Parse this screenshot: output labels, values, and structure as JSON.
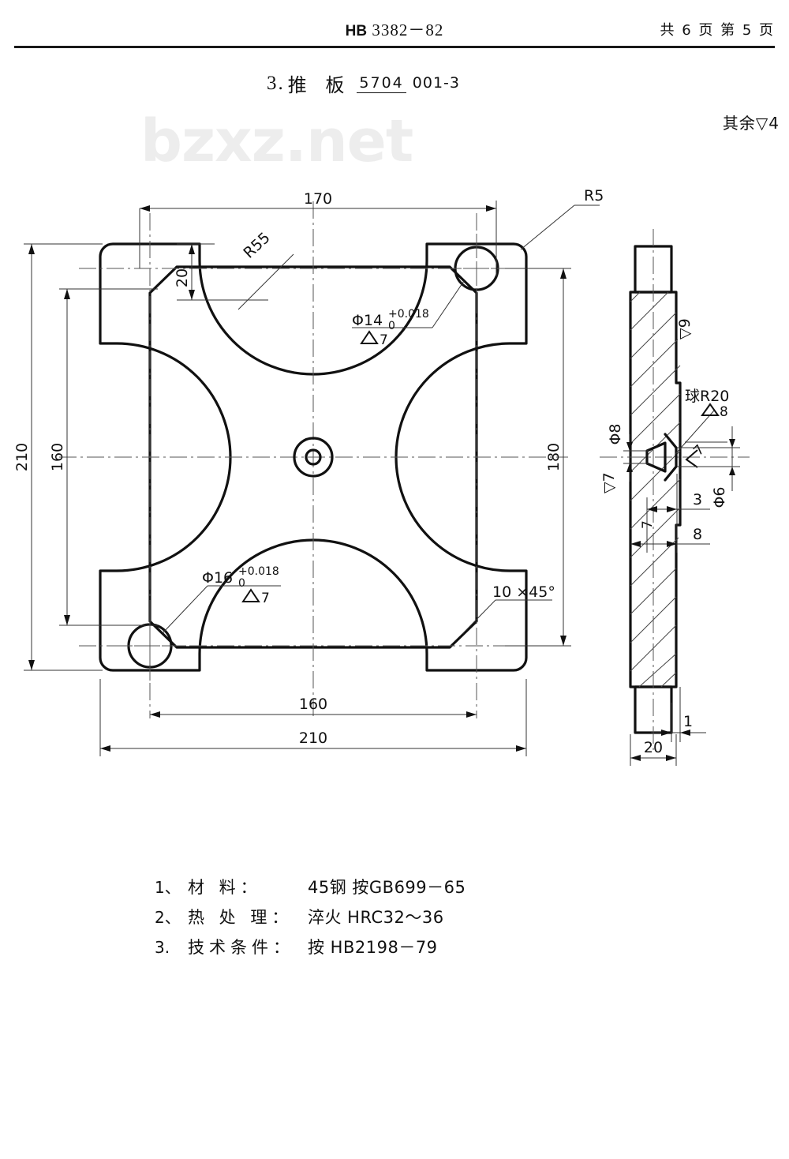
{
  "header": {
    "standard_prefix": "HB",
    "standard_code": "3382－82",
    "page_info": "共 6 页  第 5 页"
  },
  "title": {
    "item_number": "3.",
    "part_name": "推 板",
    "code_numerator": "5704",
    "code_denominator": "001-3",
    "general_surface_note": "其余▽4"
  },
  "watermark": {
    "text": "bzxz.net"
  },
  "drawing": {
    "front_view": {
      "dim_top_170": "170",
      "dim_top_radius": "R55",
      "dim_notch_depth": "20",
      "dim_corner_radius": "R5",
      "callout_hole_14": "Φ14",
      "callout_hole_14_tol_upper": "+0.018",
      "callout_hole_14_tol_lower": "0",
      "callout_hole_14_finish": "7",
      "callout_hole_16": "Φ16",
      "callout_hole_16_tol_upper": "+0.018",
      "callout_hole_16_tol_lower": "0",
      "callout_hole_16_finish": "7",
      "chamfer_note": "10 ×45°",
      "dim_left_outer": "210",
      "dim_left_inner": "160",
      "dim_right_inner": "180",
      "dim_bottom_inner": "160",
      "dim_bottom_outer": "210"
    },
    "section_view": {
      "finish_left": "▽7",
      "finish_right": "▽9",
      "dim_phi8": "Φ8",
      "ball_note": "球R20",
      "ball_finish": "8",
      "seat_finish": "7",
      "counterbore_finish": "7",
      "dim_phi6": "Φ6",
      "dim_3": "3",
      "dim_8": "8",
      "dim_1": "1",
      "dim_20": "20"
    }
  },
  "notes": [
    {
      "index": "1、",
      "label": "材    料：",
      "value": "45钢   按GB699－65"
    },
    {
      "index": "2、",
      "label": "热 处 理：",
      "value": "淬火  HRC32～36"
    },
    {
      "index": "3.",
      "label": "技术条件：",
      "value": "按 HB2198－79"
    }
  ]
}
